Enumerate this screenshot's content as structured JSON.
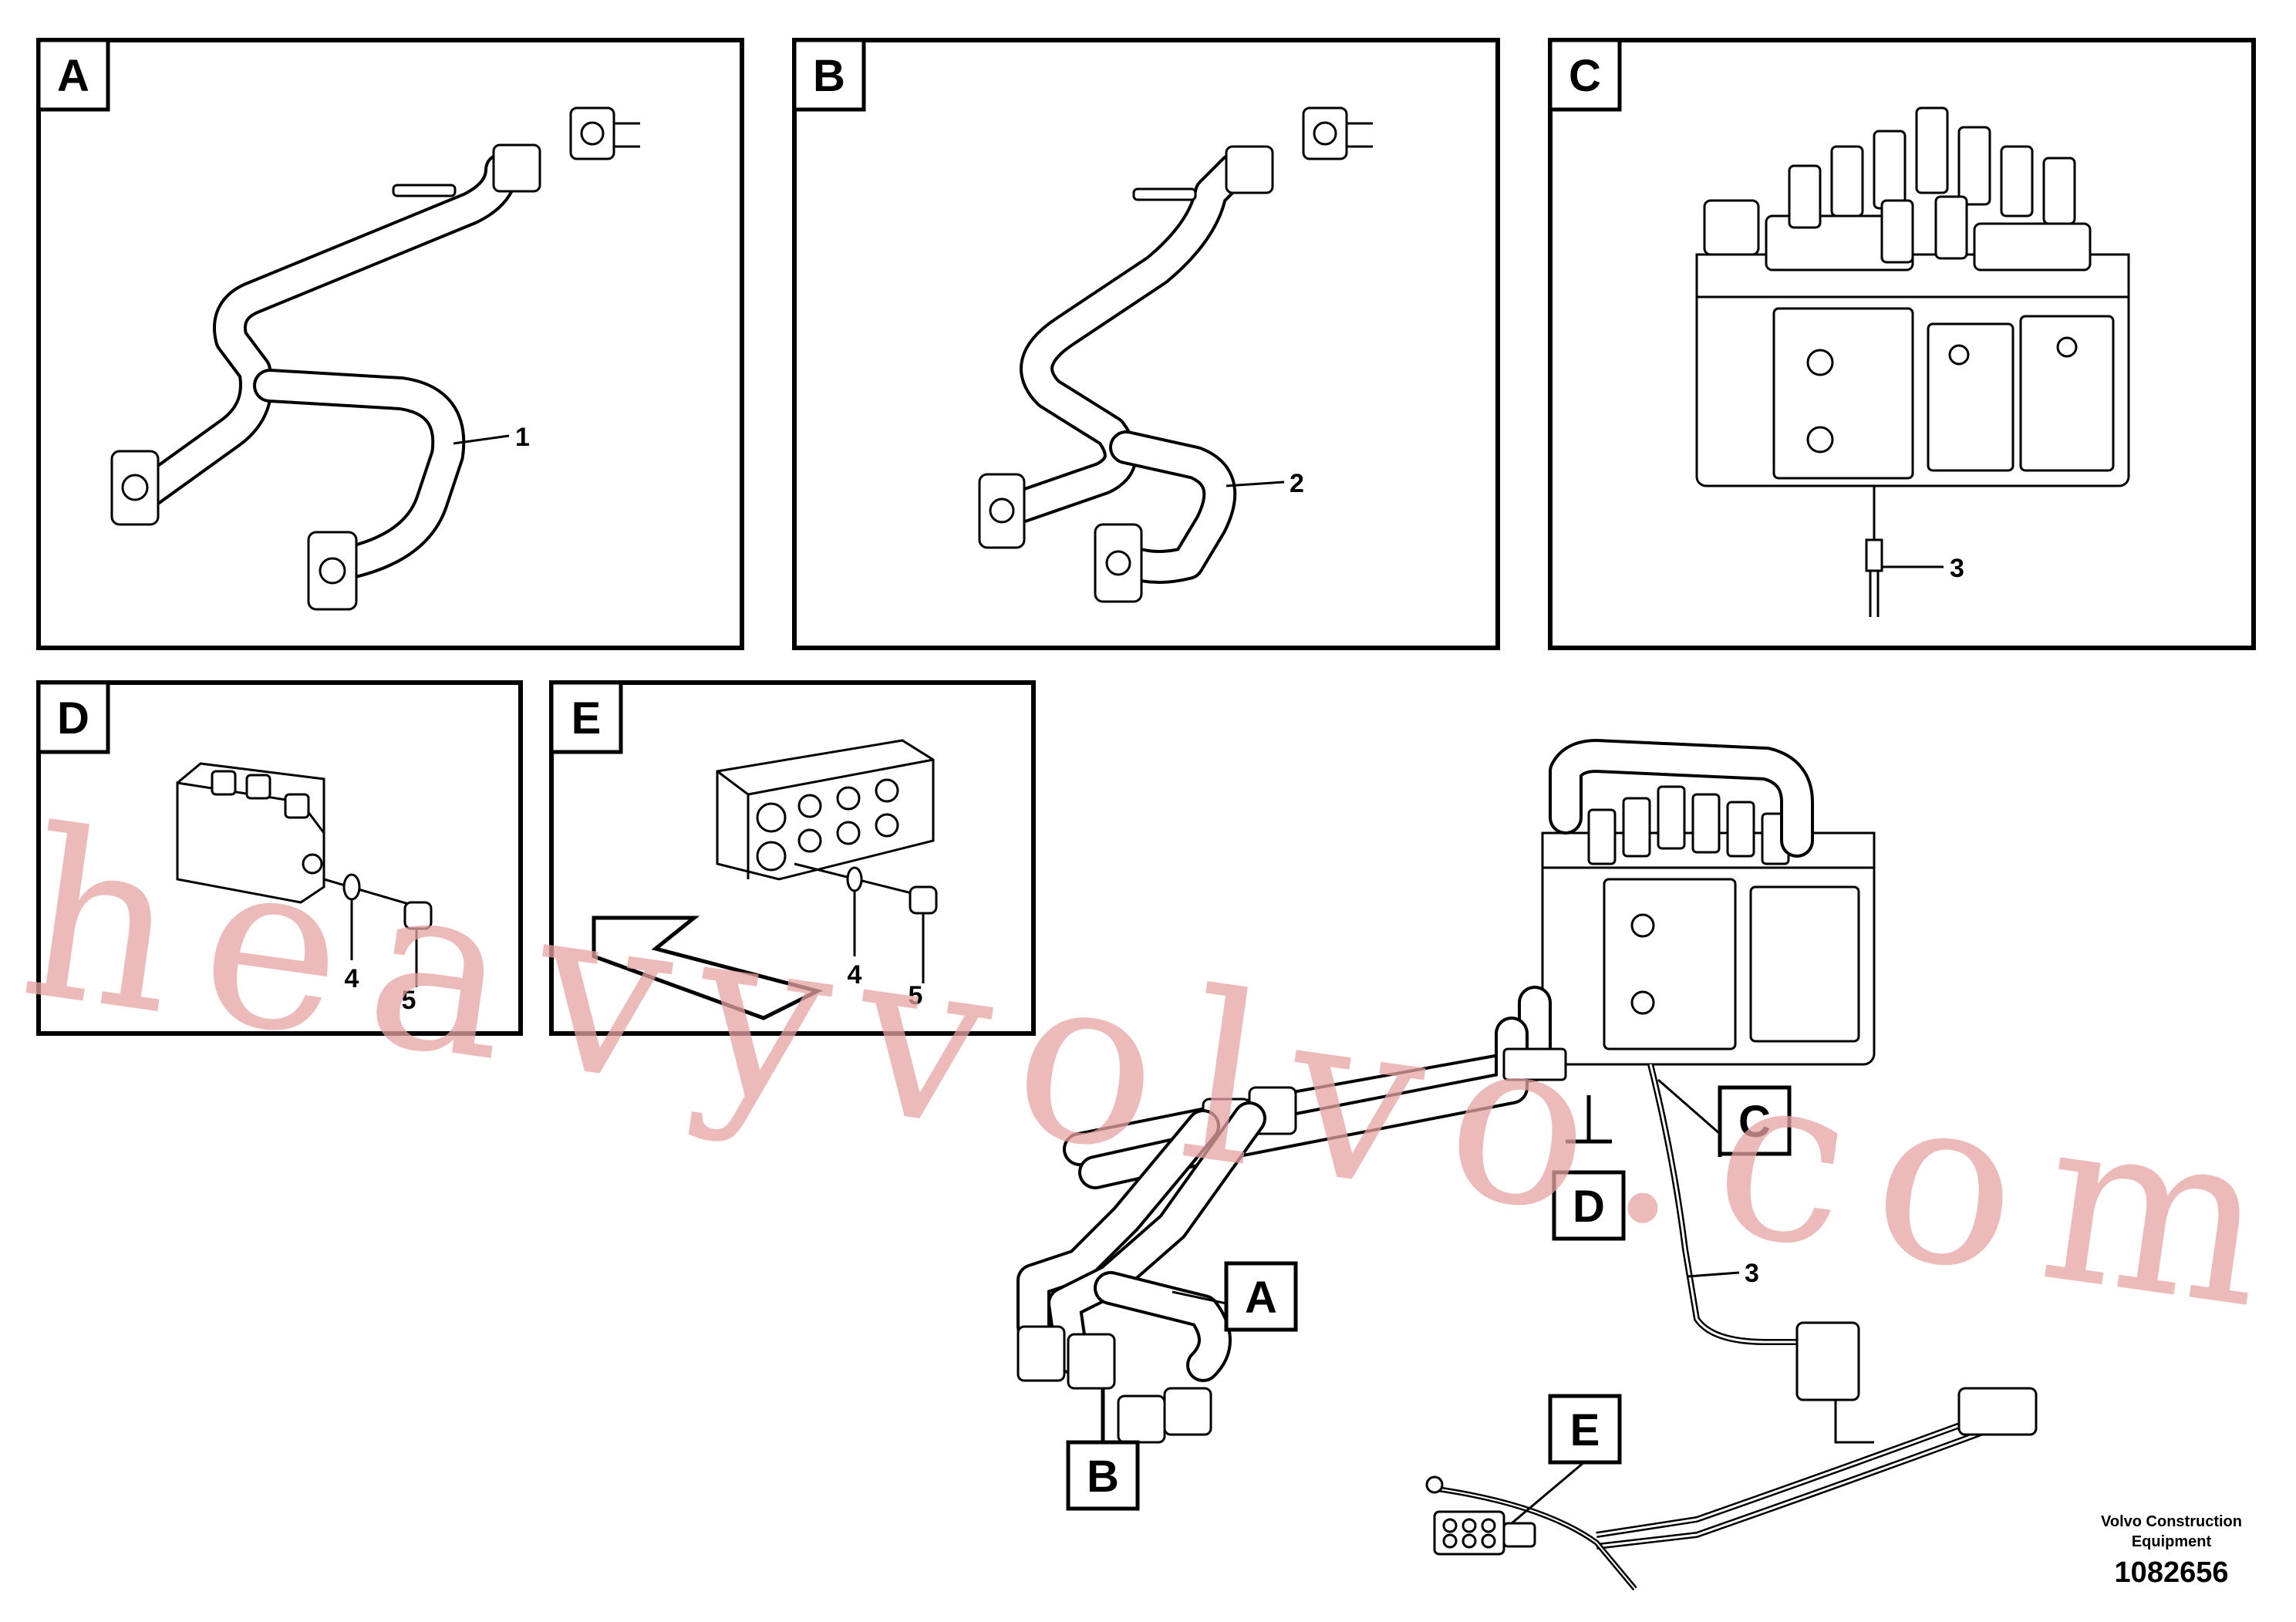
{
  "panels": [
    {
      "letter": "A",
      "callout": "1"
    },
    {
      "letter": "B",
      "callout": "2"
    },
    {
      "letter": "C",
      "callout": "3"
    },
    {
      "letter": "D",
      "callouts": [
        "4",
        "5"
      ]
    },
    {
      "letter": "E",
      "callouts": [
        "4",
        "5"
      ]
    }
  ],
  "overview": {
    "tags": [
      "A",
      "B",
      "C",
      "D",
      "E"
    ],
    "hose_callout": "3"
  },
  "watermark": "heavyvolvo.com",
  "credit": {
    "company_line1": "Volvo Construction",
    "company_line2": "Equipment",
    "drawing_number": "1082656"
  }
}
